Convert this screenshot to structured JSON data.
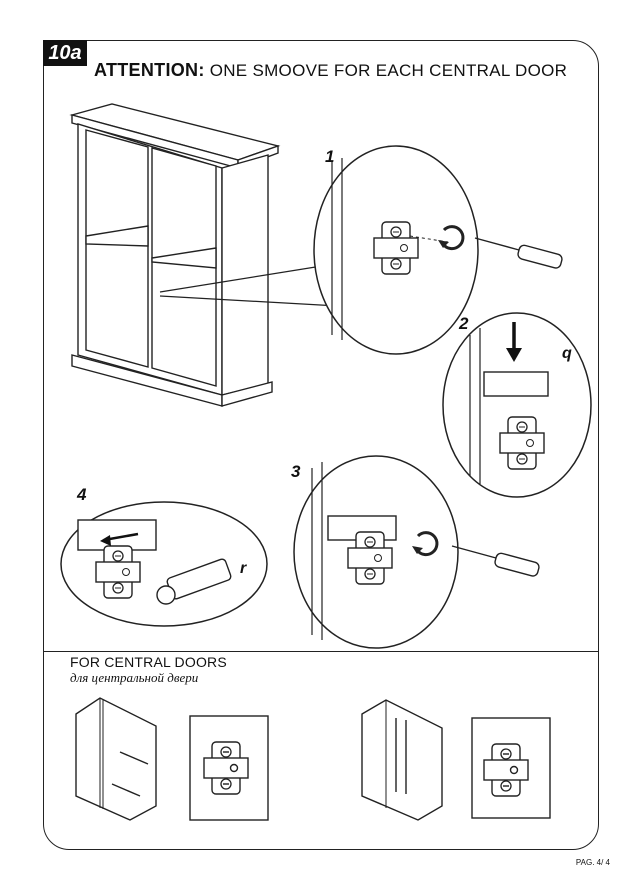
{
  "header": {
    "badge": "10a",
    "attention": "ATTENTION:",
    "instruction": "ONE SMOOVE FOR EACH CENTRAL DOOR"
  },
  "steps": [
    {
      "number": "1"
    },
    {
      "number": "2",
      "part_label": "q"
    },
    {
      "number": "3"
    },
    {
      "number": "4",
      "part_label": "r"
    }
  ],
  "central_doors": {
    "title_en": "FOR CENTRAL DOORS",
    "title_ru": "для центральной двери"
  },
  "footer": {
    "page": "PAG. 4/ 4"
  }
}
